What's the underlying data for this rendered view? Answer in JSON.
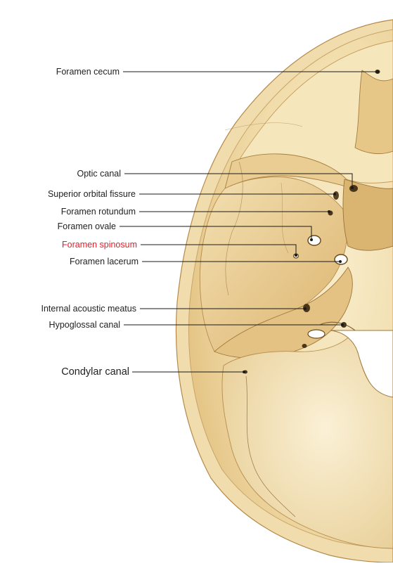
{
  "labels": {
    "foramen_cecum": "Foramen cecum",
    "optic_canal": "Optic canal",
    "superior_orbital_fissure": "Superior orbital fissure",
    "foramen_rotundum": "Foramen rotundum",
    "foramen_ovale": "Foramen ovale",
    "foramen_spinosum": "Foramen spinosum",
    "foramen_lacerum": "Foramen lacerum",
    "internal_acoustic_meatus": "Internal acoustic meatus",
    "hypoglossal_canal": "Hypoglossal canal",
    "condylar_canal": "Condylar canal"
  },
  "colors": {
    "bone_light": "#f6e7c0",
    "bone_mid": "#e9cf94",
    "bone_dark": "#c79a52",
    "bone_edge": "#8a6a3a",
    "leader_line": "#1a1a1a",
    "highlight_label": "#e0202a",
    "label_text": "#222222"
  }
}
